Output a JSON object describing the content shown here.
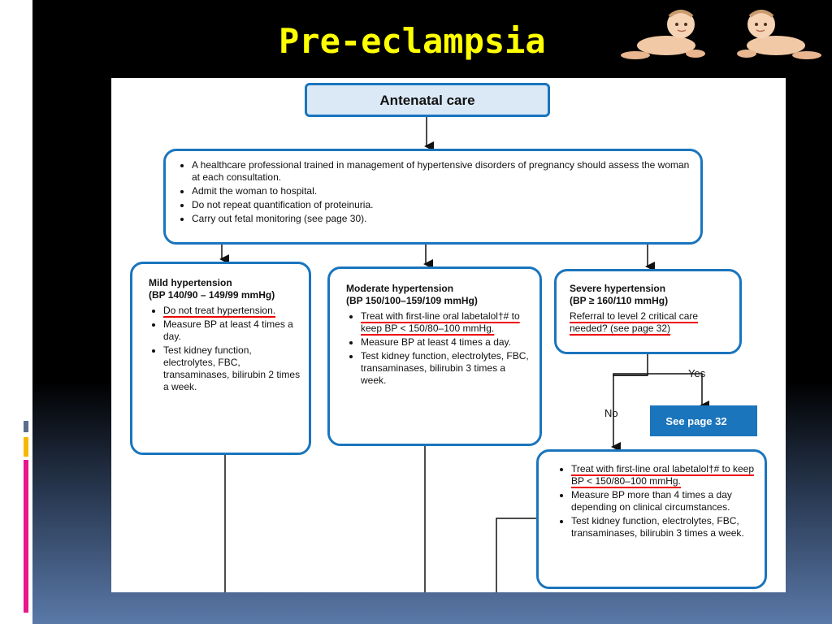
{
  "slide": {
    "title": "Pre-eclampsia",
    "accent_colors": [
      "#e8178a",
      "#f5b800",
      "#5a6e8c"
    ],
    "icons": [
      "baby-icon",
      "baby-icon"
    ]
  },
  "diagram": {
    "antenatal": "Antenatal care",
    "general_items": [
      "A healthcare professional trained in management of hypertensive disorders of pregnancy should assess the woman at each consultation.",
      "Admit the woman to hospital.",
      "Do not repeat quantification of proteinuria.",
      "Carry out fetal monitoring (see page 30)."
    ],
    "mild": {
      "title": "Mild hypertension",
      "subtitle": "(BP 140/90 – 149/99 mmHg)",
      "items": [
        "Do not treat hypertension.",
        "Measure BP at least 4 times a day.",
        "Test kidney function, electrolytes, FBC, transaminases, bilirubin 2 times a week."
      ]
    },
    "moderate": {
      "title": "Moderate hypertension",
      "subtitle": "(BP 150/100–159/109 mmHg)",
      "items": [
        "Treat with first-line oral labetalol†# to keep BP < 150/80–100 mmHg.",
        "Measure BP at least 4 times a day.",
        "Test kidney function, electrolytes, FBC, transaminases, bilirubin 3 times a week."
      ]
    },
    "severe": {
      "title": "Severe hypertension",
      "subtitle": "(BP ≥ 160/110 mmHg)",
      "text": "Referral to level 2 critical care needed? (see page 32)"
    },
    "yes_label": "Yes",
    "no_label": "No",
    "see_page": "See page 32",
    "treat_items": [
      "Treat with first-line oral labetalol†# to keep BP < 150/80–100 mmHg.",
      "Measure BP more than 4 times a day depending on clinical circumstances.",
      "Test kidney function, electrolytes, FBC, transaminases, bilirubin 3 times a week."
    ],
    "colors": {
      "box_border": "#1a75bd",
      "header_fill": "#dbe9f7",
      "highlight": "#e00000"
    }
  }
}
